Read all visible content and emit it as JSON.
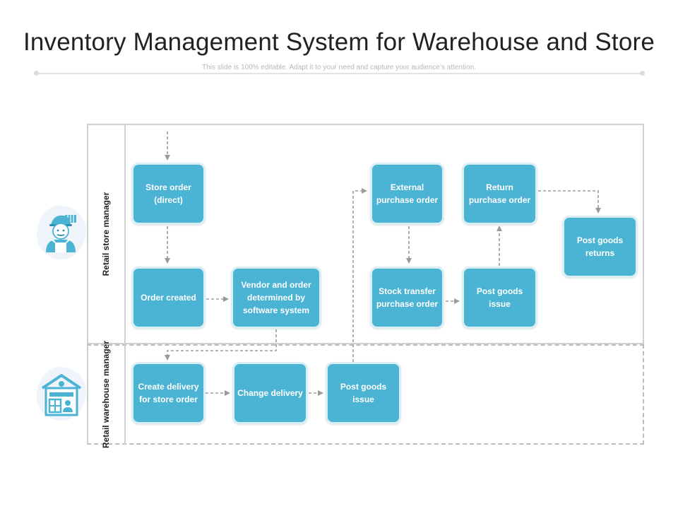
{
  "header": {
    "title": "Inventory Management System for Warehouse and Store",
    "subtitle": "This slide is 100% editable. Adapt it to your need and capture your audience’s attention."
  },
  "lanes": {
    "top": {
      "label": "Retail store manager",
      "icon": "store-manager-icon"
    },
    "bottom": {
      "label": "Retail warehouse manager",
      "icon": "warehouse-icon"
    }
  },
  "nodes": {
    "store_order": "Store order (direct)",
    "order_created": "Order created",
    "vendor_order": "Vendor and order determined by software system",
    "external_po": "External purchase order",
    "return_po": "Return purchase order",
    "post_goods_returns": "Post goods returns",
    "stock_transfer_po": "Stock transfer purchase order",
    "post_goods_issue_top": "Post goods issue",
    "create_delivery": "Create delivery for store order",
    "change_delivery": "Change delivery",
    "post_goods_issue_bottom": "Post goods issue"
  },
  "colors": {
    "node_fill": "#4bb3d3",
    "node_border": "#d9eef5",
    "connector": "#9a9a9a",
    "lane_border": "#cfcfcf",
    "icon_blue": "#4bb3d3"
  }
}
